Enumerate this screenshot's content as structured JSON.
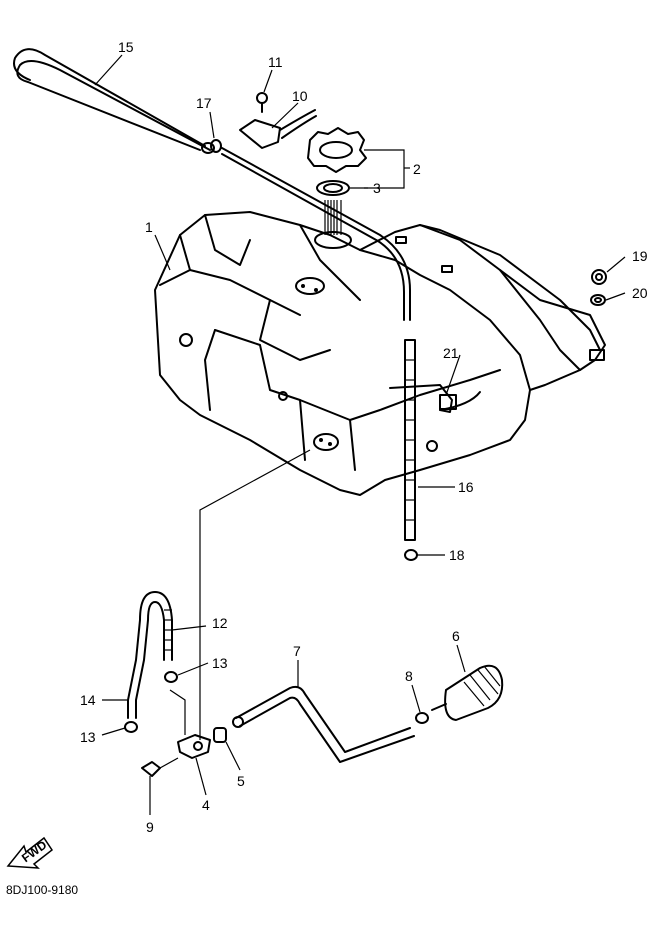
{
  "diagram": {
    "callouts": {
      "c1": "1",
      "c2": "2",
      "c3": "3",
      "c4": "4",
      "c5": "5",
      "c6": "6",
      "c7": "7",
      "c8": "8",
      "c9": "9",
      "c10": "10",
      "c11": "11",
      "c12": "12",
      "c13a": "13",
      "c13b": "13",
      "c14": "14",
      "c15": "15",
      "c16": "16",
      "c17": "17",
      "c18": "18",
      "c19": "19",
      "c20": "20",
      "c21": "21"
    },
    "direction_label": "FWD",
    "drawing_code": "8DJ100-9180"
  }
}
